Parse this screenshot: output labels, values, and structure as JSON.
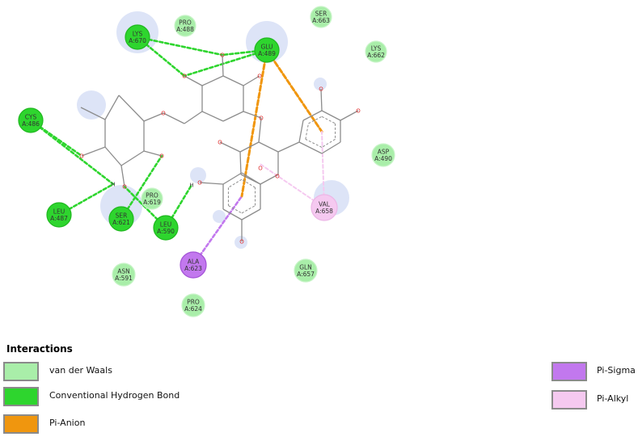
{
  "colors": {
    "van_der_waals": "#a9eea9",
    "hydrogen_bond": "#2ed52e",
    "pi_anion": "#f0960e",
    "pi_sigma": "#c278ee",
    "pi_alkyl": "#f5c9f0",
    "bond": "#8c8c8c",
    "oxygen": "#e03030",
    "halo": "#dde4f7"
  },
  "residues": [
    {
      "id": "LYS670",
      "name": "LYS",
      "chain_num": "A:670",
      "type": "hydrogen_bond"
    },
    {
      "id": "PRO488",
      "name": "PRO",
      "chain_num": "A:488",
      "type": "van_der_waals"
    },
    {
      "id": "SER663",
      "name": "SER",
      "chain_num": "A:663",
      "type": "van_der_waals"
    },
    {
      "id": "GLU489",
      "name": "GLU",
      "chain_num": "A:489",
      "type": "hydrogen_bond"
    },
    {
      "id": "LYS662",
      "name": "LYS",
      "chain_num": "A:662",
      "type": "van_der_waals"
    },
    {
      "id": "CYS486",
      "name": "CYS",
      "chain_num": "A:486",
      "type": "hydrogen_bond"
    },
    {
      "id": "ASP490",
      "name": "ASP",
      "chain_num": "A:490",
      "type": "van_der_waals"
    },
    {
      "id": "PRO619",
      "name": "PRO",
      "chain_num": "A:619",
      "type": "van_der_waals"
    },
    {
      "id": "LEU487",
      "name": "LEU",
      "chain_num": "A:487",
      "type": "hydrogen_bond"
    },
    {
      "id": "SER621",
      "name": "SER",
      "chain_num": "A:621",
      "type": "hydrogen_bond"
    },
    {
      "id": "LEU590",
      "name": "LEU",
      "chain_num": "A:590",
      "type": "hydrogen_bond"
    },
    {
      "id": "VAL658",
      "name": "VAL",
      "chain_num": "A:658",
      "type": "pi_alkyl"
    },
    {
      "id": "ALA623",
      "name": "ALA",
      "chain_num": "A:623",
      "type": "pi_sigma"
    },
    {
      "id": "ASN591",
      "name": "ASN",
      "chain_num": "A:591",
      "type": "van_der_waals"
    },
    {
      "id": "GLN657",
      "name": "GLN",
      "chain_num": "A:657",
      "type": "van_der_waals"
    },
    {
      "id": "PRO624",
      "name": "PRO",
      "chain_num": "A:624",
      "type": "van_der_waals"
    }
  ],
  "interactions": [
    {
      "residue": "LYS670",
      "atom": "O_b1",
      "type": "hydrogen_bond"
    },
    {
      "residue": "LYS670",
      "atom": "O_b2",
      "type": "hydrogen_bond"
    },
    {
      "residue": "GLU489",
      "atom": "O_b1",
      "type": "hydrogen_bond"
    },
    {
      "residue": "GLU489",
      "atom": "O_b2",
      "type": "hydrogen_bond"
    },
    {
      "residue": "GLU489",
      "atom": "ring_B",
      "type": "pi_anion"
    },
    {
      "residue": "GLU489",
      "atom": "ring_A",
      "type": "pi_anion"
    },
    {
      "residue": "CYS486",
      "atom": "O_a4",
      "type": "hydrogen_bond"
    },
    {
      "residue": "CYS486",
      "atom": "H_a",
      "type": "hydrogen_bond"
    },
    {
      "residue": "LEU487",
      "atom": "H_a",
      "type": "hydrogen_bond"
    },
    {
      "residue": "SER621",
      "atom": "O_a2",
      "type": "hydrogen_bond"
    },
    {
      "residue": "LEU590",
      "atom": "O_a3",
      "type": "hydrogen_bond"
    },
    {
      "residue": "LEU590",
      "atom": "H_c",
      "type": "hydrogen_bond"
    },
    {
      "residue": "ALA623",
      "atom": "ring_A",
      "type": "pi_sigma"
    },
    {
      "residue": "VAL658",
      "atom": "ring_B",
      "type": "pi_alkyl"
    },
    {
      "residue": "VAL658",
      "atom": "ring_C",
      "type": "pi_alkyl"
    }
  ],
  "atom_labels": {
    "oxygen": "O",
    "hydrogen": "H"
  },
  "legend": {
    "title": "Interactions",
    "items": [
      {
        "key": "van_der_waals",
        "label": "van der Waals"
      },
      {
        "key": "hydrogen_bond",
        "label": "Conventional Hydrogen Bond"
      },
      {
        "key": "pi_anion",
        "label": "Pi-Anion"
      },
      {
        "key": "pi_sigma",
        "label": "Pi-Sigma"
      },
      {
        "key": "pi_alkyl",
        "label": "Pi-Alkyl"
      }
    ]
  }
}
